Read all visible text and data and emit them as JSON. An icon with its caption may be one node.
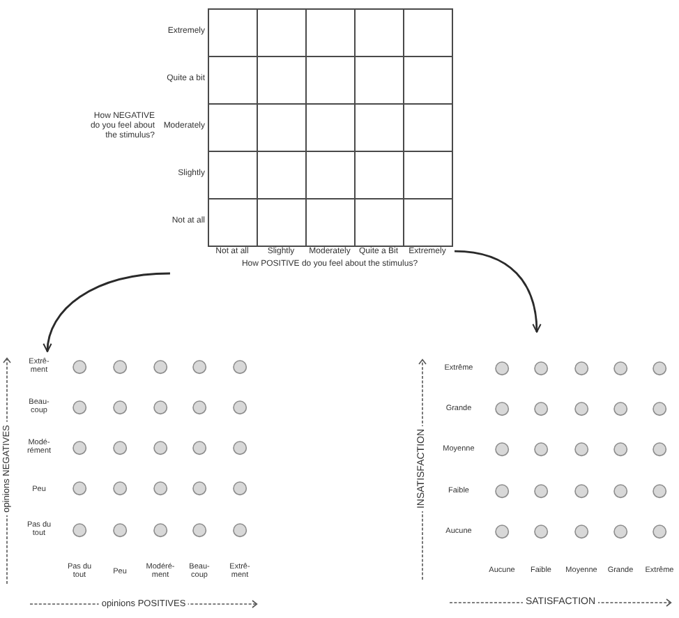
{
  "diagram": {
    "nodes": [
      {
        "text": [
          "How NEGATIVE do you feel about the stimulus?",
          "Extremely",
          "Quite a bit",
          "Moderately",
          "Slightly",
          "Not at all",
          "Not at all",
          "Slightly",
          "Moderately",
          "Quite a Bit",
          "Extremely",
          "How POSITIVE do you feel about the stimulus?"
        ]
      },
      {
        "text": [
          "opinions NEGATIVES",
          "Extrê- ment",
          "Beau- coup",
          "Modé- rément",
          "Peu",
          "Pas du tout",
          "Pas du tout",
          "Peu",
          "Modéré- ment",
          "Beau- coup",
          "Extrê- ment",
          "opinions POSITIVES"
        ]
      },
      {
        "text": [
          "INSATISFACTION",
          "Extrême",
          "Grande",
          "Moyenne",
          "Faible",
          "Aucune",
          "Aucune",
          "Faible",
          "Moyenne",
          "Grande",
          "Extrême",
          "SATISFACTION"
        ]
      }
    ],
    "edges": [
      {
        "from": 0,
        "to": 1,
        "arrow": "to"
      },
      {
        "from": 0,
        "to": 2,
        "arrow": "to"
      }
    ]
  }
}
